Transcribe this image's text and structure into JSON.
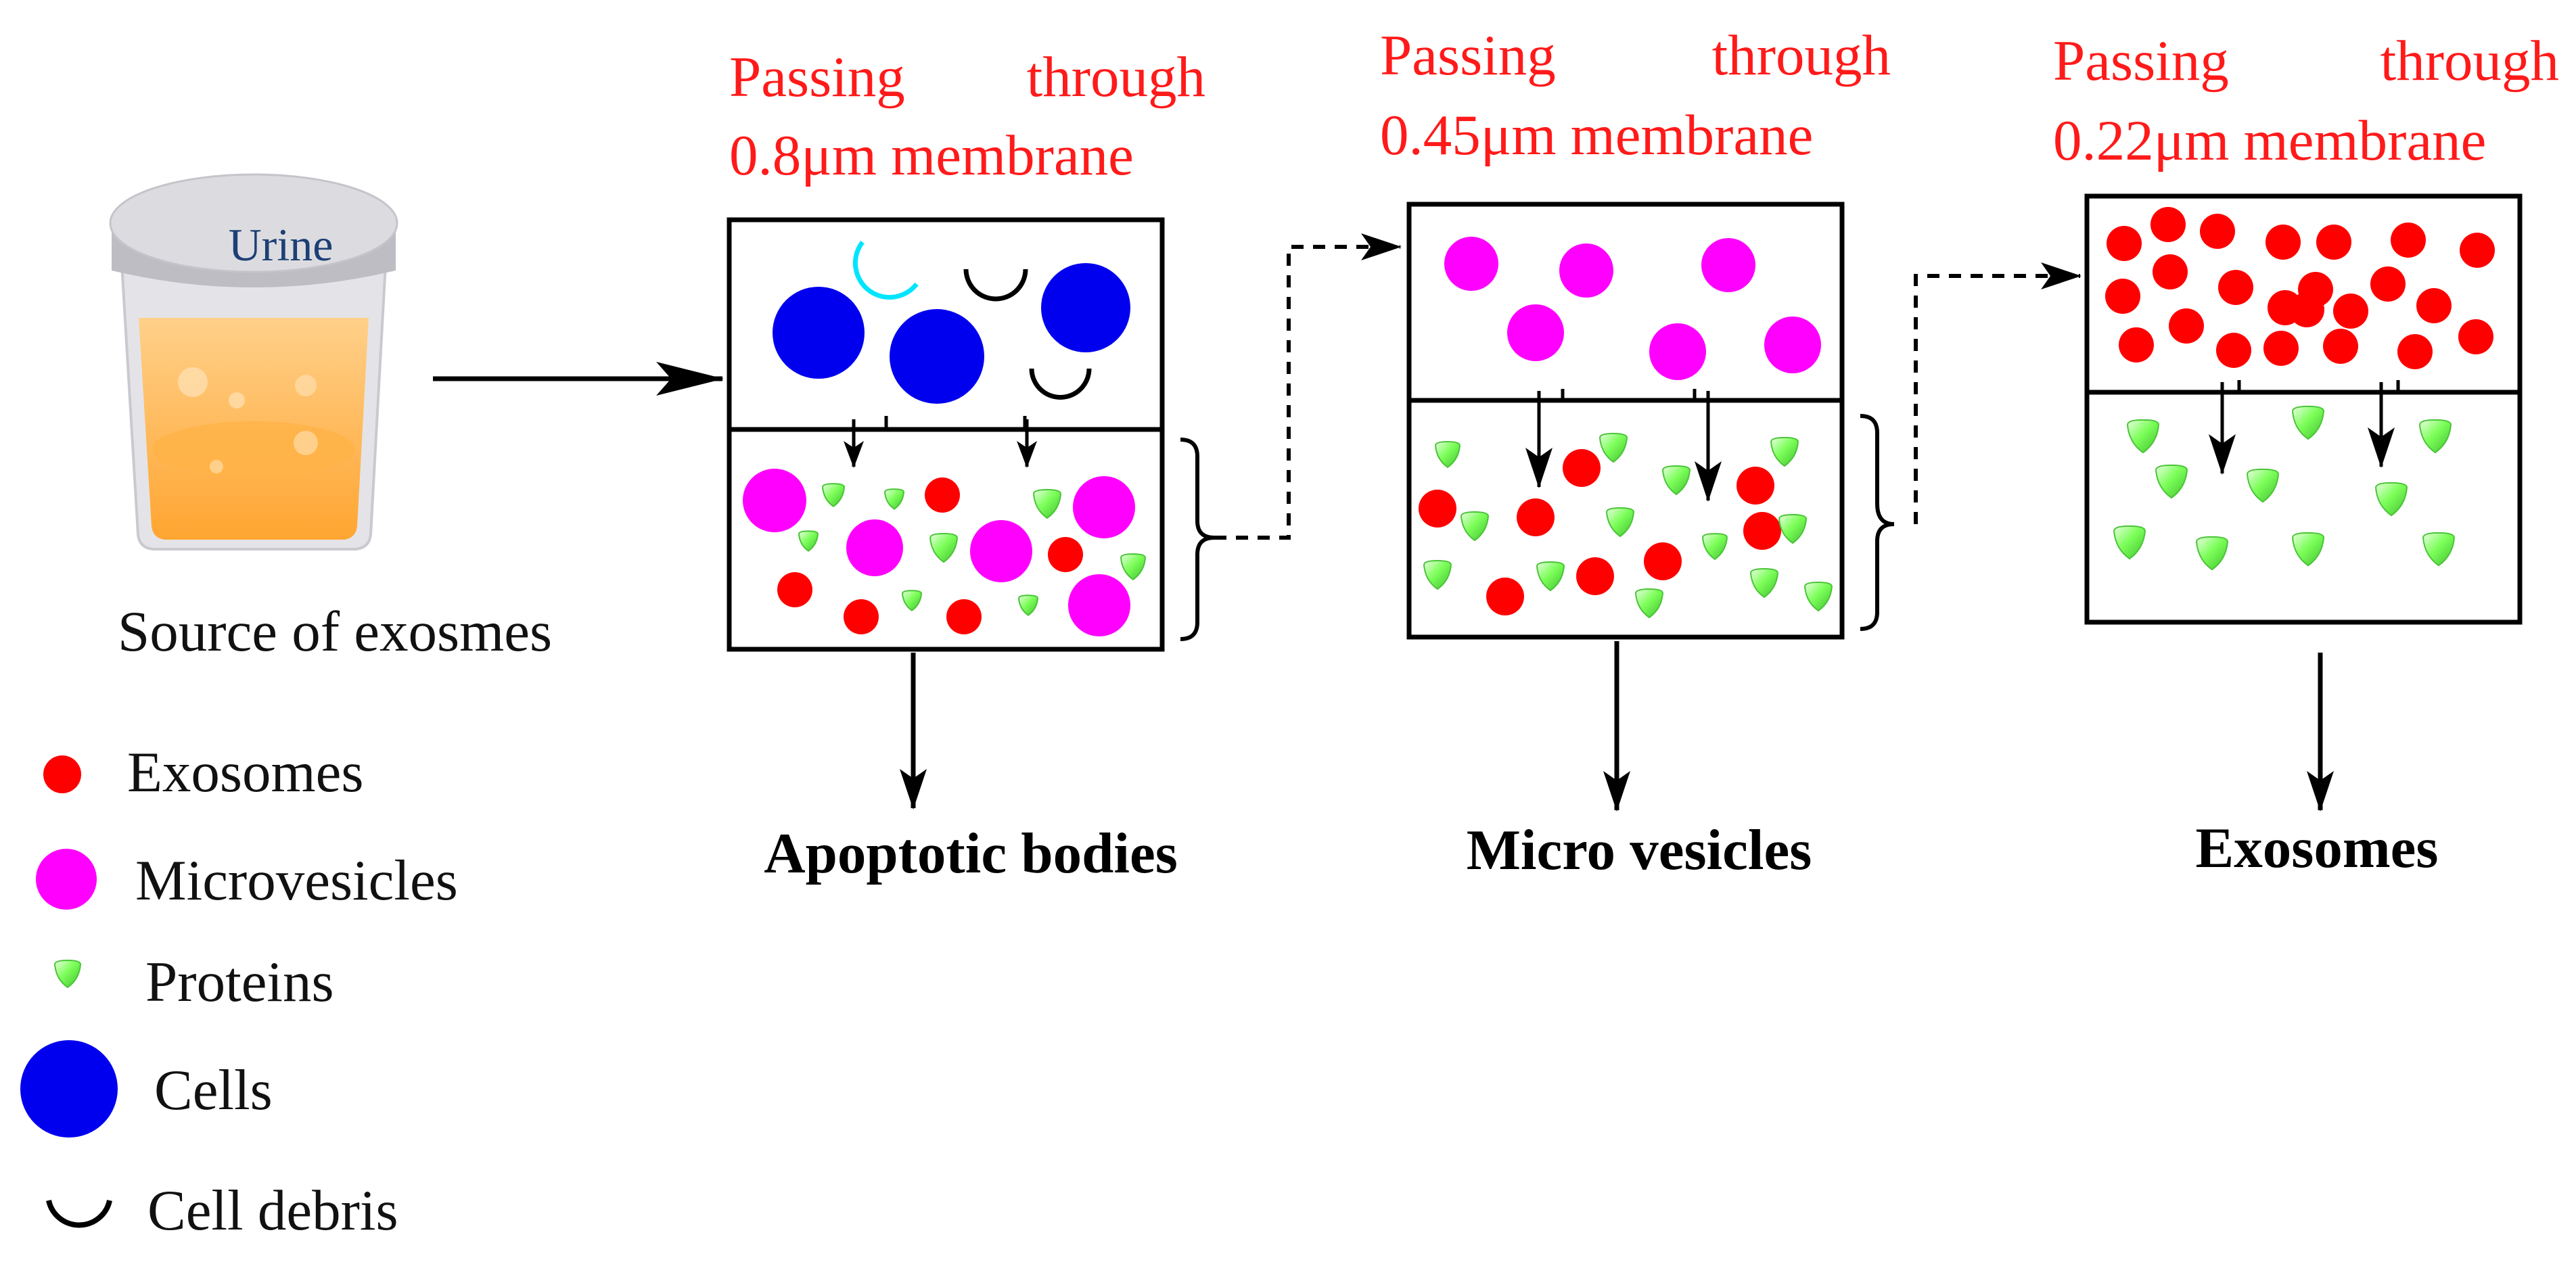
{
  "source": {
    "cup_label": "Urine",
    "caption": "Source of exosmes"
  },
  "stages": [
    {
      "caption_line1_a": "Passing",
      "caption_line1_b": "through",
      "caption_line2": "0.8μm membrane",
      "output_label": "Apoptotic bodies"
    },
    {
      "caption_line1_a": "Passing",
      "caption_line1_b": "through",
      "caption_line2": "0.45μm membrane",
      "output_label": "Micro vesicles"
    },
    {
      "caption_line1_a": "Passing",
      "caption_line1_b": "through",
      "caption_line2": "0.22μm membrane",
      "output_label": "Exosomes"
    }
  ],
  "legend": [
    {
      "label": "Exosomes",
      "icon": "exosome-dot-icon"
    },
    {
      "label": "Microvesicles",
      "icon": "microvesicle-dot-icon"
    },
    {
      "label": "Proteins",
      "icon": "protein-drop-icon"
    },
    {
      "label": "Cells",
      "icon": "cell-dot-icon"
    },
    {
      "label": "Cell debris",
      "icon": "cell-debris-icon"
    }
  ],
  "colors": {
    "exosome": "#ff0000",
    "microvesicle": "#ff00ff",
    "protein": "#7dff5a",
    "cell": "#0000ee",
    "caption": "#ff1a1a",
    "debris_highlight": "#00e5ff"
  }
}
